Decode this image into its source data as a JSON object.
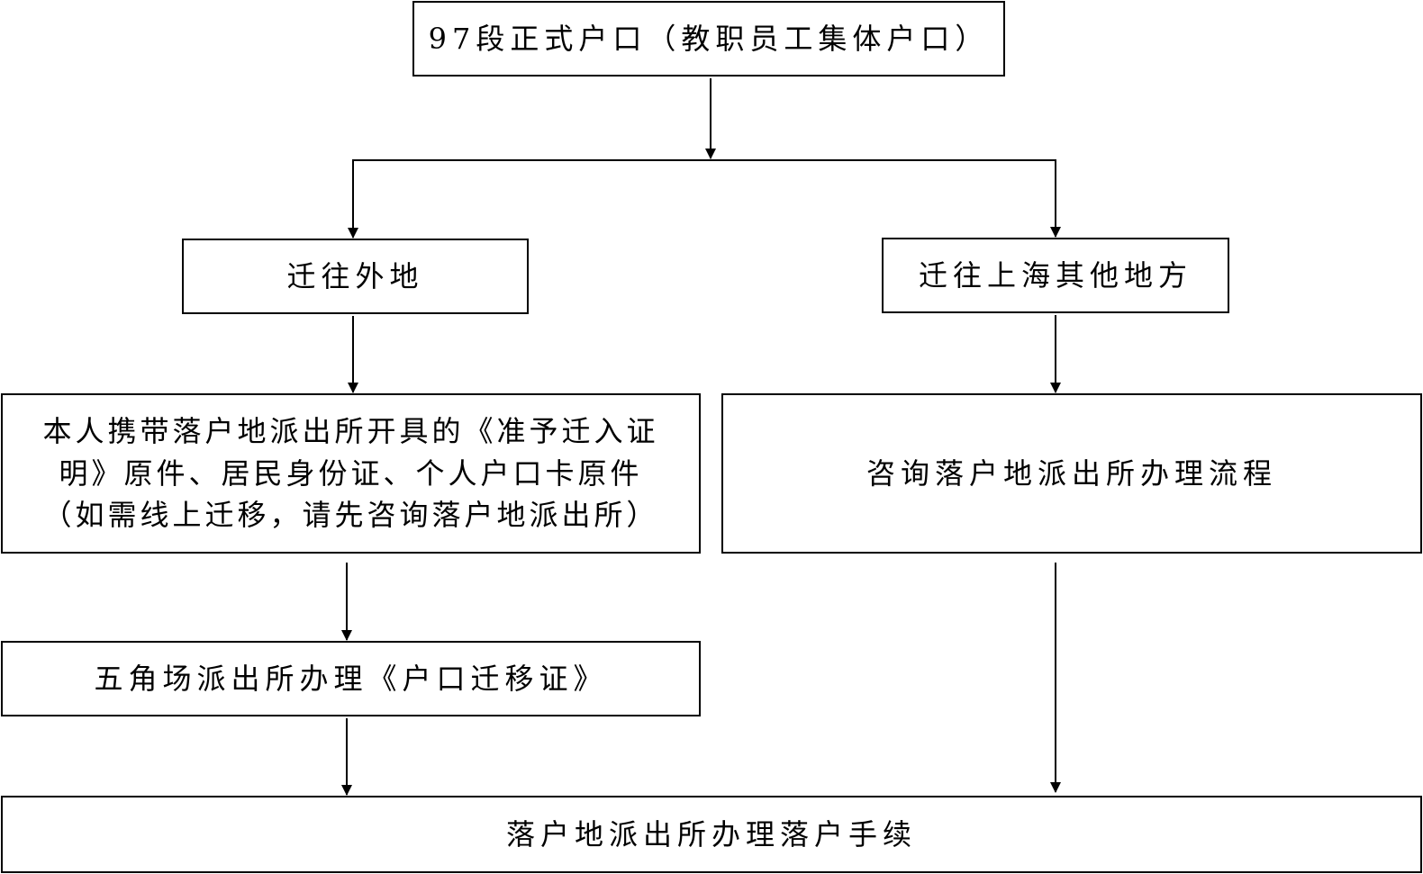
{
  "diagram": {
    "nodes": {
      "top": "97段正式户口（教职员工集体户口）",
      "move_out": "迁往外地",
      "move_shanghai": "迁往上海其他地方",
      "documents": [
        "本人携带落户地派出所开具的《准予迁入证",
        "明》原件、居民身份证、个人户口卡原件",
        "（如需线上迁移，请先咨询落户地派出所）"
      ],
      "consult": "咨询落户地派出所办理流程",
      "wujiaochang": "五角场派出所办理《户口迁移证》",
      "final": "落户地派出所办理落户手续"
    },
    "edges": [
      [
        "top",
        "move_out"
      ],
      [
        "top",
        "move_shanghai"
      ],
      [
        "move_out",
        "documents"
      ],
      [
        "move_shanghai",
        "consult"
      ],
      [
        "documents",
        "wujiaochang"
      ],
      [
        "wujiaochang",
        "final"
      ],
      [
        "consult",
        "final"
      ]
    ]
  }
}
